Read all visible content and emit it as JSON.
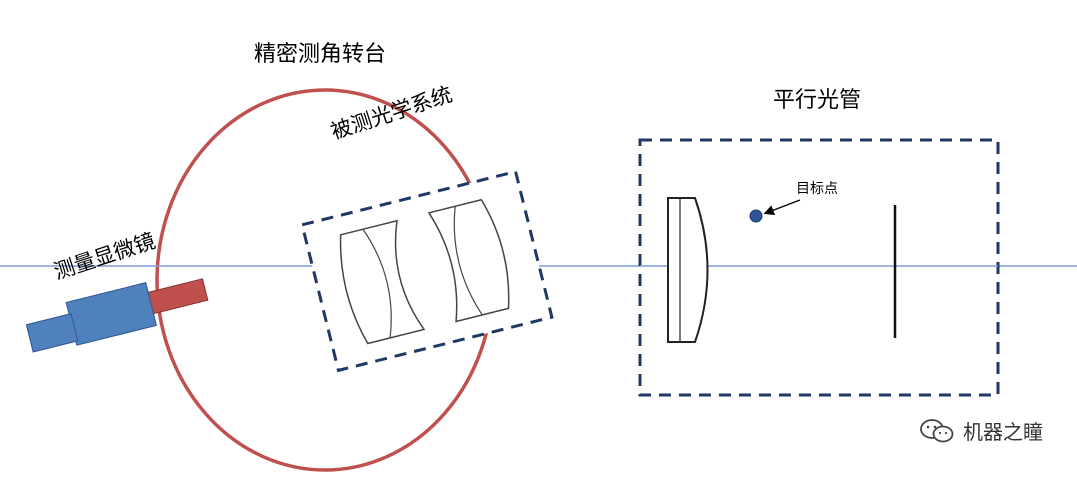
{
  "labels": {
    "turntable": "精密测角转台",
    "system_under_test": "被测光学系统",
    "microscope": "测量显微镜",
    "collimator": "平行光管",
    "target_point": "目标点"
  },
  "watermark": {
    "text": "机器之瞳",
    "icon": "wechat-icon"
  },
  "colors": {
    "optical_axis": "#7f9bd8",
    "turntable": "#c0504d",
    "dashed_box": "#1f3864",
    "microscope_body": "#4f81bd",
    "microscope_tube": "#c0504d",
    "target_dot": "#2e5597"
  }
}
